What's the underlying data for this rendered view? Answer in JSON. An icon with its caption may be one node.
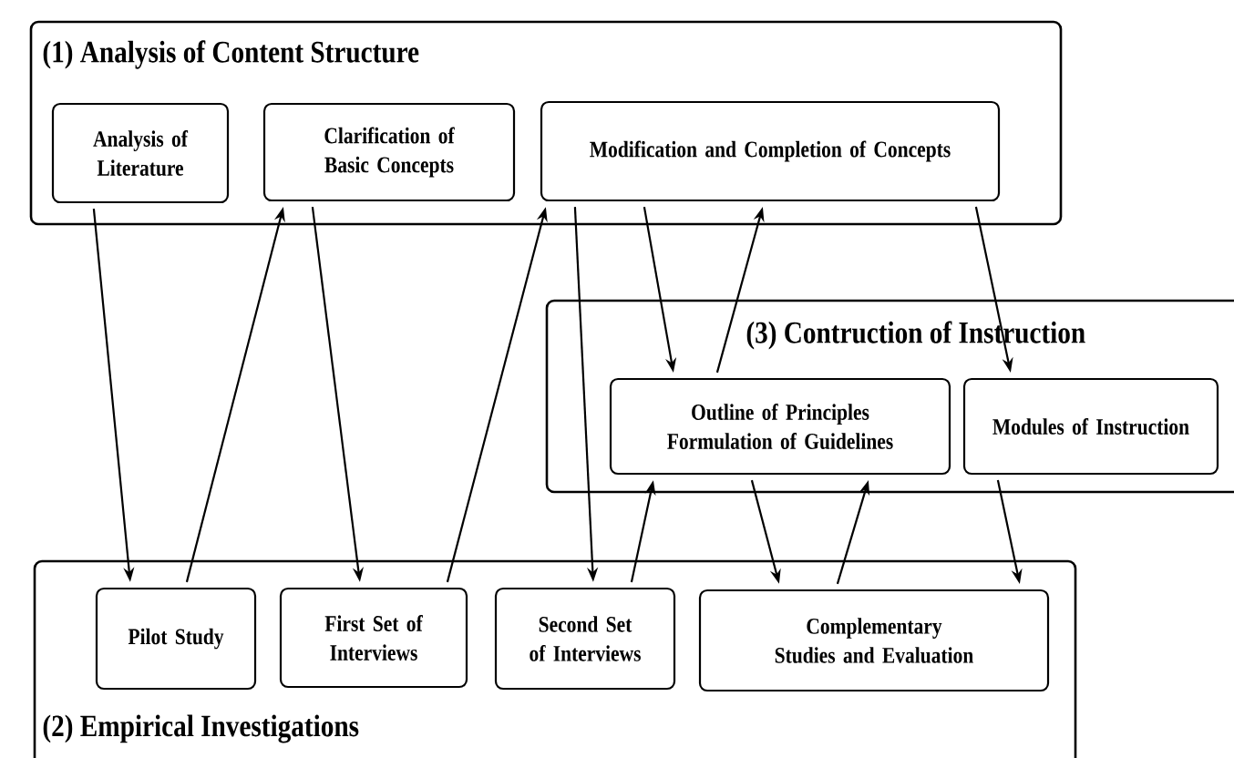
{
  "diagram": {
    "nodes": [
      {
        "text": [
          "(1)  Analysis of Content Structure"
        ]
      },
      {
        "text": [
          "Analysis of Literature"
        ],
        "in": 0
      },
      {
        "text": [
          "Clarification of Basic Concepts"
        ],
        "in": 0
      },
      {
        "text": [
          "Modification and Completion of Concepts"
        ],
        "in": 0
      },
      {
        "text": [
          "(3) Contruction of Instruction"
        ]
      },
      {
        "text": [
          "Outline of Principles Formulation of Guidelines"
        ],
        "in": 4
      },
      {
        "text": [
          "Modules of Instruction"
        ],
        "in": 4
      },
      {
        "text": [
          "(2)  Empirical Investigations"
        ]
      },
      {
        "text": [
          "Pilot Study"
        ],
        "in": 7
      },
      {
        "text": [
          "First Set of Interviews"
        ],
        "in": 7
      },
      {
        "text": [
          "Second Set of Interviews"
        ],
        "in": 7
      },
      {
        "text": [
          "Complementary Studies and Evaluation"
        ],
        "in": 7
      }
    ],
    "edges": [
      {
        "from": 1,
        "to": 8,
        "arrow": "to"
      },
      {
        "from": 8,
        "to": 2,
        "arrow": "to"
      },
      {
        "from": 2,
        "to": 9,
        "arrow": "to"
      },
      {
        "from": 9,
        "to": 3,
        "arrow": "to"
      },
      {
        "from": 3,
        "to": 10,
        "arrow": "to"
      },
      {
        "from": 3,
        "to": 5,
        "arrow": "to"
      },
      {
        "from": 5,
        "to": 3,
        "arrow": "to"
      },
      {
        "from": 3,
        "to": 6,
        "arrow": "to"
      },
      {
        "from": 10,
        "to": 5,
        "arrow": "to"
      },
      {
        "from": 5,
        "to": 11,
        "arrow": "to"
      },
      {
        "from": 11,
        "to": 5,
        "arrow": "to"
      },
      {
        "from": 6,
        "to": 11,
        "arrow": "to"
      }
    ]
  }
}
